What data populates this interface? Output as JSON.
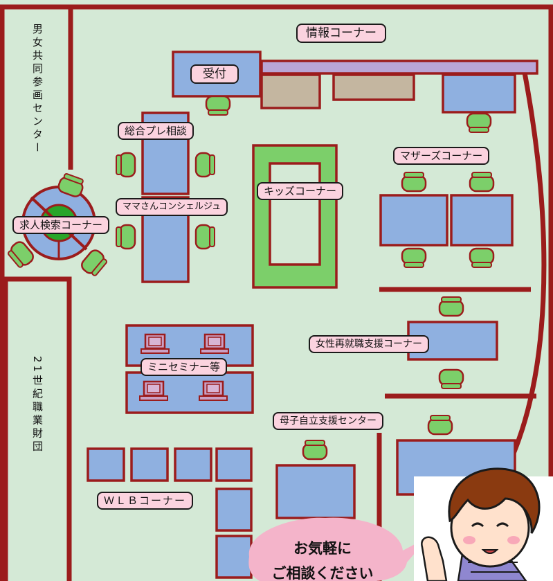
{
  "colors": {
    "floor": "#d4e9d6",
    "wall": "#9b1c1c",
    "desk": "#8fb0e0",
    "chair": "#7ccf6a",
    "label_bg": "#fbd3df",
    "counter": "#c4b6a0",
    "kids_green": "#7ccf6a",
    "search_table": "#2aa52a"
  },
  "side_labels": {
    "top": "男女共同参画センター",
    "bottom": "21世紀職業財団"
  },
  "labels": {
    "info_corner": "情報コーナー",
    "reception": "受付",
    "general_consult": "総合プレ相談",
    "mama_concierge": "ママさんコンシェルジュ",
    "kids_corner": "キッズコーナー",
    "mothers_corner": "マザーズコーナー",
    "job_search_corner": "求人検索コーナー",
    "women_reemployment": "女性再就職支援コーナー",
    "mini_seminar": "ミニセミナー等",
    "single_mother_center": "母子自立支援センター",
    "wlb_corner": "ＷＬＢコーナー"
  },
  "speech_bubble": {
    "line1": "お気軽に",
    "line2": "ご相談ください"
  },
  "icons": [
    "chair-icon",
    "computer-icon",
    "mascot-illustration"
  ]
}
